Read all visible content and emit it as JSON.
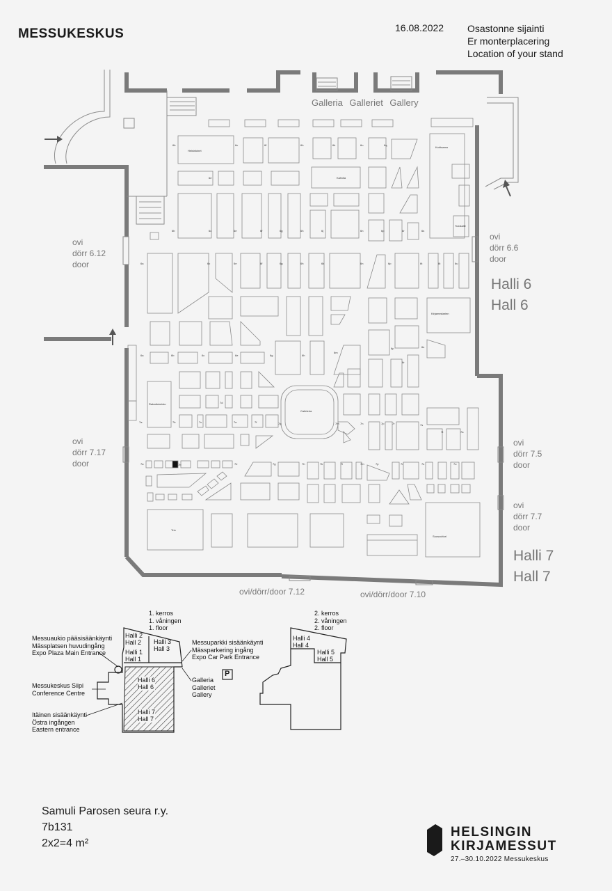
{
  "header": {
    "logo_text": "MESSUKESKUS",
    "date": "16.08.2022",
    "location_lines": [
      "Osastonne sijainti",
      "Er monterplacering",
      "Location of your stand"
    ]
  },
  "map": {
    "gallery_label": "Galleria  Galleriet  Gallery",
    "doors": {
      "d612": [
        "ovi",
        "dörr  6.12",
        "door"
      ],
      "d66": [
        "ovi",
        "dörr  6.6",
        "door"
      ],
      "d717": [
        "ovi",
        "dörr  7.17",
        "door"
      ],
      "d75": [
        "ovi",
        "dörr  7.5",
        "door"
      ],
      "d77": [
        "ovi",
        "dörr  7.7",
        "door"
      ],
      "d712": "ovi/dörr/door 7.12",
      "d710": "ovi/dörr/door 7.10"
    },
    "halls": {
      "hall6": [
        "Halli 6",
        "Hall 6"
      ],
      "hall7": [
        "Halli 7",
        "Hall 7"
      ]
    }
  },
  "overview": {
    "floor1": [
      "1. kerros",
      "1. våningen",
      "1. floor"
    ],
    "floor2": [
      "2. kerros",
      "2. våningen",
      "2. floor"
    ],
    "main_entrance": [
      "Messuaukio pääsisäänkäynti",
      "Mässplatsen huvudingång",
      "Expo Plaza Main Entrance"
    ],
    "siipi": [
      "Messukeskus Siipi",
      "Conference Centre"
    ],
    "east_entrance": [
      "Itäinen sisäänkäynti",
      "Östra ingången",
      "Eastern entrance"
    ],
    "car_park": [
      "Messuparkki sisäänkäynti",
      "Mässparkering ingång",
      "Expo Car Park Entrance"
    ],
    "gallery": [
      "Galleria",
      "Galleriet",
      "Gallery"
    ],
    "parking_symbol": "P",
    "halls_f1": {
      "h2": [
        "Halli 2",
        "Hall 2"
      ],
      "h3": [
        "Halli 3",
        "Hall 3"
      ],
      "h1": [
        "Halli 1",
        "Hall 1"
      ],
      "h6": [
        "Halli 6",
        "Hall 6"
      ],
      "h7": [
        "Halli 7",
        "Hall 7"
      ]
    },
    "halls_f2": {
      "h4": [
        "Halli 4",
        "Hall 4"
      ],
      "h5": [
        "Halli 5",
        "Hall 5"
      ]
    }
  },
  "stand": {
    "exhibitor": "Samuli Parosen seura r.y.",
    "number": "7b131",
    "size": "2x2=4 m²"
  },
  "event": {
    "line1": "HELSINGIN",
    "line2": "KIRJAMESSUT",
    "dates": "27.–30.10.2022 Messukeskus"
  }
}
